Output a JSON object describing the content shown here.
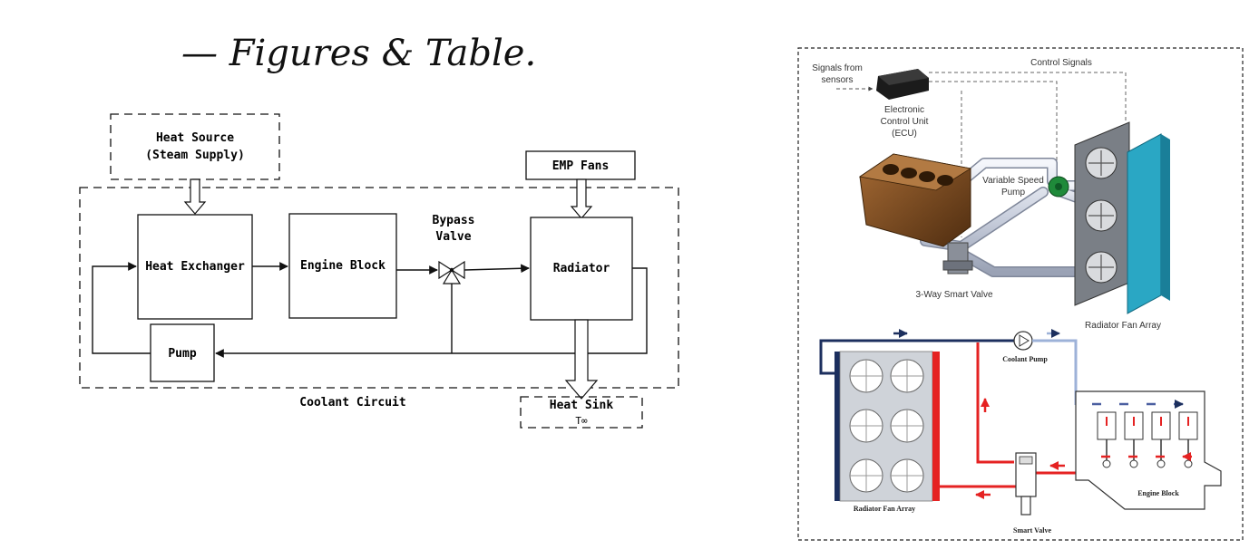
{
  "title": "— Figures & Table.",
  "left_diagram": {
    "heat_source": [
      "Heat Source",
      "(Steam Supply)"
    ],
    "emp_fans": "EMP Fans",
    "heat_exchanger": "Heat Exchanger",
    "engine_block": "Engine Block",
    "bypass_valve": [
      "Bypass",
      "Valve"
    ],
    "radiator": "Radiator",
    "pump": "Pump",
    "coolant_circuit": "Coolant Circuit",
    "heat_sink": [
      "Heat Sink",
      "T∞"
    ]
  },
  "right_top": {
    "signals_from_sensors": [
      "Signals from",
      "sensors"
    ],
    "control_signals": "Control Signals",
    "ecu": [
      "Electronic",
      "Control Unit",
      "(ECU)"
    ],
    "variable_speed_pump": [
      "Variable Speed",
      "Pump"
    ],
    "three_way_valve": "3-Way Smart Valve",
    "radiator_fan_array": "Radiator Fan Array"
  },
  "right_bottom": {
    "coolant_pump": "Coolant Pump",
    "engine_block": "Engine Block",
    "radiator_fan_array": "Radiator Fan Array",
    "smart_valve": "Smart Valve"
  },
  "colors": {
    "line": "#111111",
    "hot": "#e52222",
    "cold": "#1c2f5e",
    "light_blue": "#9db2d8",
    "teal": "#2aa7c4",
    "brown": "#7a4a1e"
  }
}
